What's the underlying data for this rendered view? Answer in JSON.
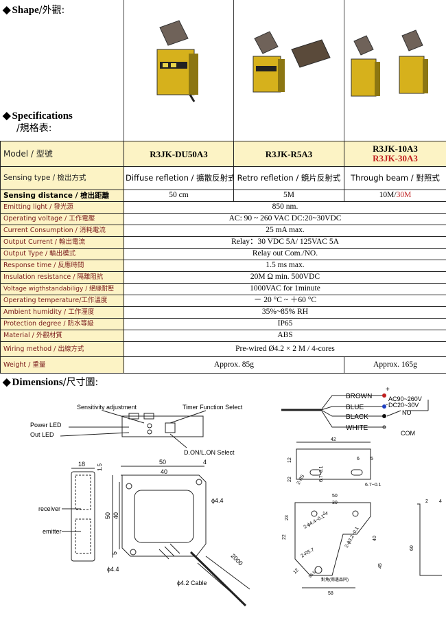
{
  "shape": {
    "title_en": "Shape",
    "title_cjk": "/外觀:"
  },
  "specifications": {
    "title_en": "Specifications",
    "title_cjk": "/規格表:"
  },
  "columns": [
    "R3JK-DU50A3",
    "R3JK-R5A3",
    "R3JK-10A3",
    "R3JK-30A3"
  ],
  "rows": [
    {
      "label": "Model / 型號"
    },
    {
      "label": "Sensing type / 檢出方式",
      "v1": "Diffuse refletion / 擴散反射式",
      "v2": "Retro refletion / 鏡片反射式",
      "v3": "Through beam / 對照式"
    },
    {
      "label": "Sensing distance / 檢出距離",
      "v1": "50 cm",
      "v2": "5M",
      "v3a": "10M/",
      "v3b": "30M"
    },
    {
      "label": "Emitting light / 發光源",
      "v": "850 nm."
    },
    {
      "label": "Operating voltage / 工作電壓",
      "v": "AC: 90 ~ 260 VAC DC:20~30VDC"
    },
    {
      "label": "Current Consumption / 消耗電流",
      "v": "25 mA max."
    },
    {
      "label": "Output Current / 輸出電流",
      "v": "Relay：30 VDC 5A/ 125VAC 5A"
    },
    {
      "label": "Output Type / 輸出模式",
      "v": "Relay out Com./NO."
    },
    {
      "label": "Response time / 反應時間",
      "v": "1.5 ms max."
    },
    {
      "label": "Insulation resistance / 隔離阻抗",
      "v": "20M Ω min. 500VDC"
    },
    {
      "label": "Voltage wigthstandabiligy / 絕緣耐壓",
      "v": "1000VAC for 1minute"
    },
    {
      "label": "Operating temperature/工作溫度",
      "v": "－ 20 °C ~ ＋60 °C"
    },
    {
      "label": "Ambient humidity / 工作溼度",
      "v": "35%~85% RH"
    },
    {
      "label": "Protection degree / 防水等級",
      "v": "IP65"
    },
    {
      "label": "Material / 外觀材質",
      "v": "ABS"
    },
    {
      "label": "Wiring method / 出線方式",
      "v": "Pre-wired Ø4.2 × 2 M / 4-cores"
    },
    {
      "label": "Weight / 重量",
      "v12": "Approx. 85g",
      "v3": "Approx. 165g"
    }
  ],
  "dimensions": {
    "title_en": "Dimensions",
    "title_cjk": "/尺寸圖:",
    "labels": {
      "sensitivity": "Sensitivity adjustment",
      "timer": "Timer Function Select",
      "power_led": "Power LED",
      "out_led": "Out LED",
      "don_lon": "D.ON/L.ON Select",
      "receiver": "receiver",
      "emitter": "emitter",
      "cable": "ϕ4.2 Cable",
      "brown": "BROWN",
      "blue": "BLUE",
      "black": "BLACK",
      "white": "WHITE",
      "ac": "AC90~260V",
      "dc": "DC20~30V",
      "no": "NO",
      "com": "COM",
      "plus": "+",
      "minus": "-",
      "d18": "18",
      "d15": "1.5",
      "d50a": "50",
      "d40a": "40",
      "d4": "4",
      "d50b": "50",
      "d40b": "40",
      "d5": "5",
      "d44a": "ϕ4.4",
      "d44b": "ϕ4.4",
      "d2000": "2000",
      "b42": "42",
      "b12": "12",
      "b22": "22",
      "b6": "6",
      "b5": "5",
      "b67": "6.7~0.1",
      "b67b": "6.7~0.1",
      "b2r5": "2-R5",
      "b50": "50",
      "b30": "30",
      "b44": "2-ϕ4.4~0.1",
      "b14": "14",
      "b23": "23",
      "b40": "40",
      "b22b": "22",
      "b2r": "2-ϕ3.2~0.1",
      "b2r57": "2-R5.7",
      "b58": "58",
      "b45": "45",
      "b2": "2",
      "bnote": "對角(兩邊品同)",
      "b60": "60",
      "b12b": "12",
      "b36": "36.5",
      "b4": "4"
    }
  }
}
